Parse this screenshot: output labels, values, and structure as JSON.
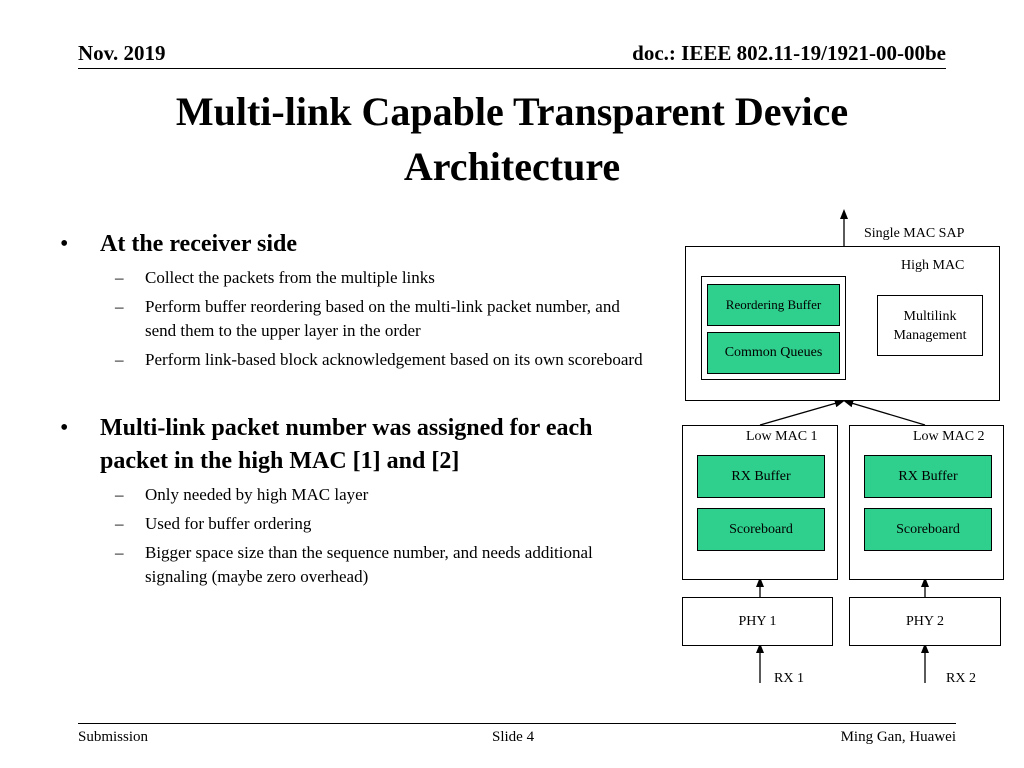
{
  "header": {
    "date": "Nov. 2019",
    "doc": "doc.: IEEE 802.11-19/1921-00-00be"
  },
  "title": {
    "line1": "Multi-link Capable Transparent Device",
    "line2": "Architecture"
  },
  "bullets": [
    {
      "text": "At the receiver side",
      "subs": [
        "Collect the packets from the multiple links",
        "Perform buffer reordering based on the multi-link packet number, and send them to the upper layer in the order",
        "Perform link-based block acknowledgement based on its own scoreboard"
      ]
    },
    {
      "text": "Multi-link packet number was assigned for each packet in the high MAC [1] and [2]",
      "subs": [
        "Only needed by high MAC layer",
        "Used for buffer ordering",
        "Bigger space size than the sequence number, and needs additional signaling (maybe zero overhead)"
      ]
    }
  ],
  "bullet_symbol": "•",
  "sub_symbol": "–",
  "diagram": {
    "sap_label": "Single MAC SAP",
    "high_mac_label": "High MAC",
    "reordering_buffer": "Reordering Buffer",
    "common_queues": "Common Queues",
    "multilink_management": "Multilink Management",
    "low_mac_1": "Low MAC 1",
    "low_mac_2": "Low MAC 2",
    "rx_buffer_1": "RX Buffer",
    "rx_buffer_2": "RX Buffer",
    "scoreboard_1": "Scoreboard",
    "scoreboard_2": "Scoreboard",
    "phy_1": "PHY 1",
    "phy_2": "PHY 2",
    "rx_1": "RX 1",
    "rx_2": "RX 2",
    "green": "#2fcf8d"
  },
  "footer": {
    "left": "Submission",
    "center": "Slide 4",
    "right": "Ming Gan, Huawei"
  }
}
